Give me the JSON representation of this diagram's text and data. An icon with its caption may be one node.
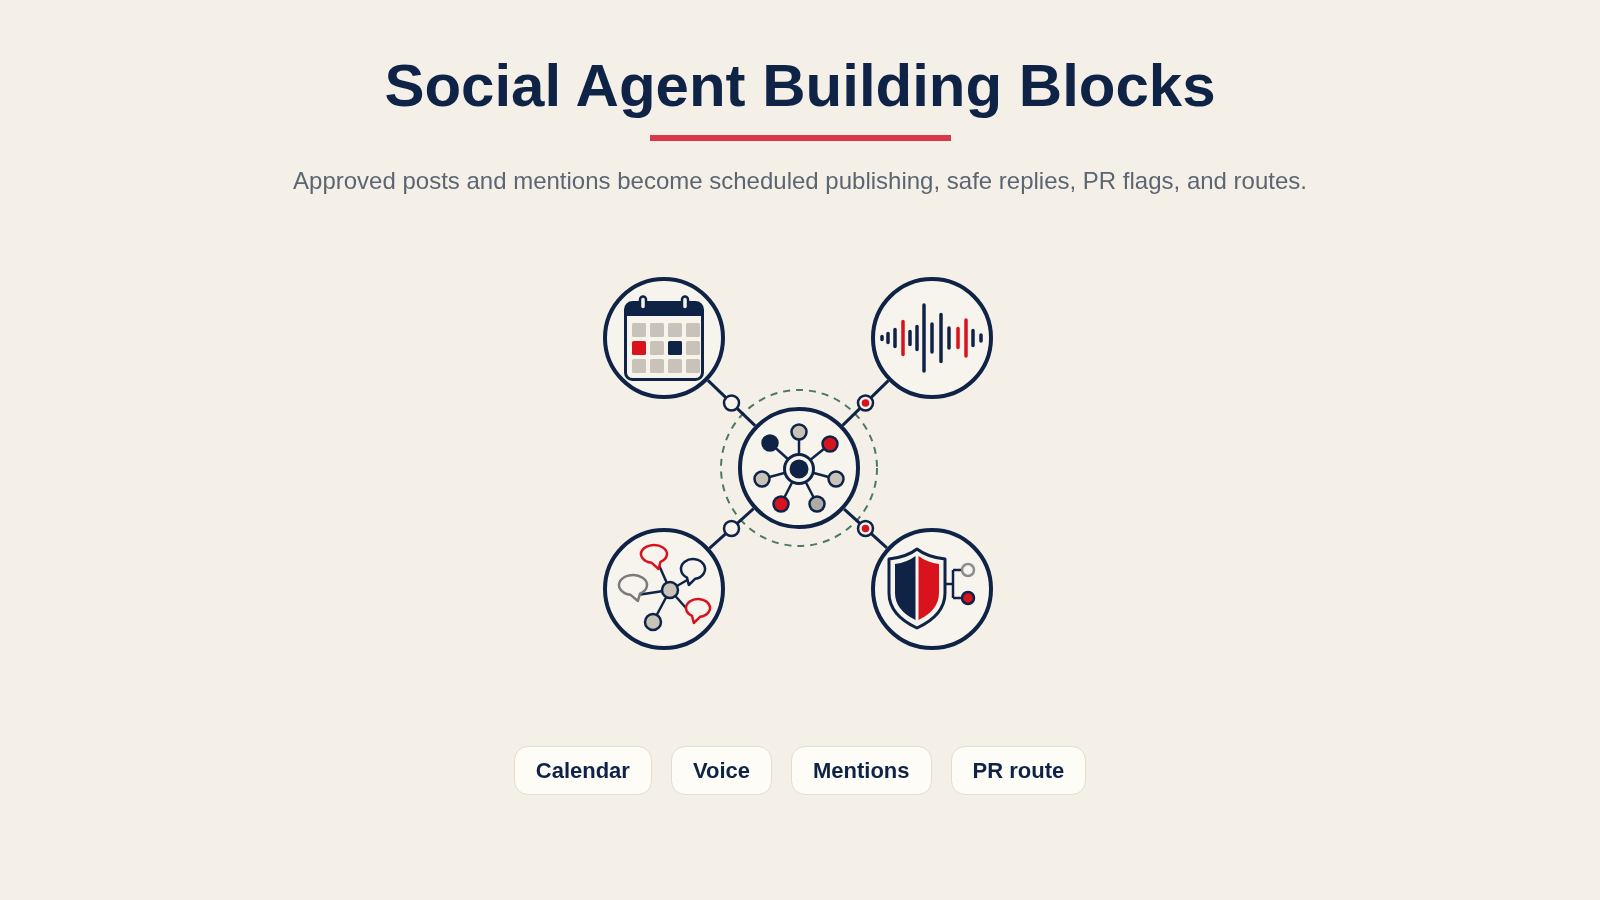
{
  "diagram": {
    "title": "Social Agent Building Blocks",
    "nodes": [
      {
        "text": [],
        "shape": "picture"
      },
      {
        "text": [],
        "shape": "picture"
      },
      {
        "text": [],
        "shape": "picture"
      },
      {
        "text": [],
        "shape": "picture"
      },
      {
        "text": [],
        "shape": "picture"
      },
      {
        "text": [
          "Calendar"
        ]
      },
      {
        "text": [
          "Voice"
        ]
      },
      {
        "text": [
          "Mentions"
        ]
      },
      {
        "text": [
          "PR route"
        ]
      }
    ],
    "edges": [
      {
        "from": 2,
        "to": 0,
        "arrow": "none"
      },
      {
        "from": 2,
        "to": 1,
        "arrow": "none"
      },
      {
        "from": 2,
        "to": 3,
        "arrow": "none"
      },
      {
        "from": 2,
        "to": 4,
        "arrow": "none"
      }
    ],
    "labels": [
      "Approved posts and mentions become scheduled publishing, safe replies, PR flags, and routes."
    ]
  }
}
